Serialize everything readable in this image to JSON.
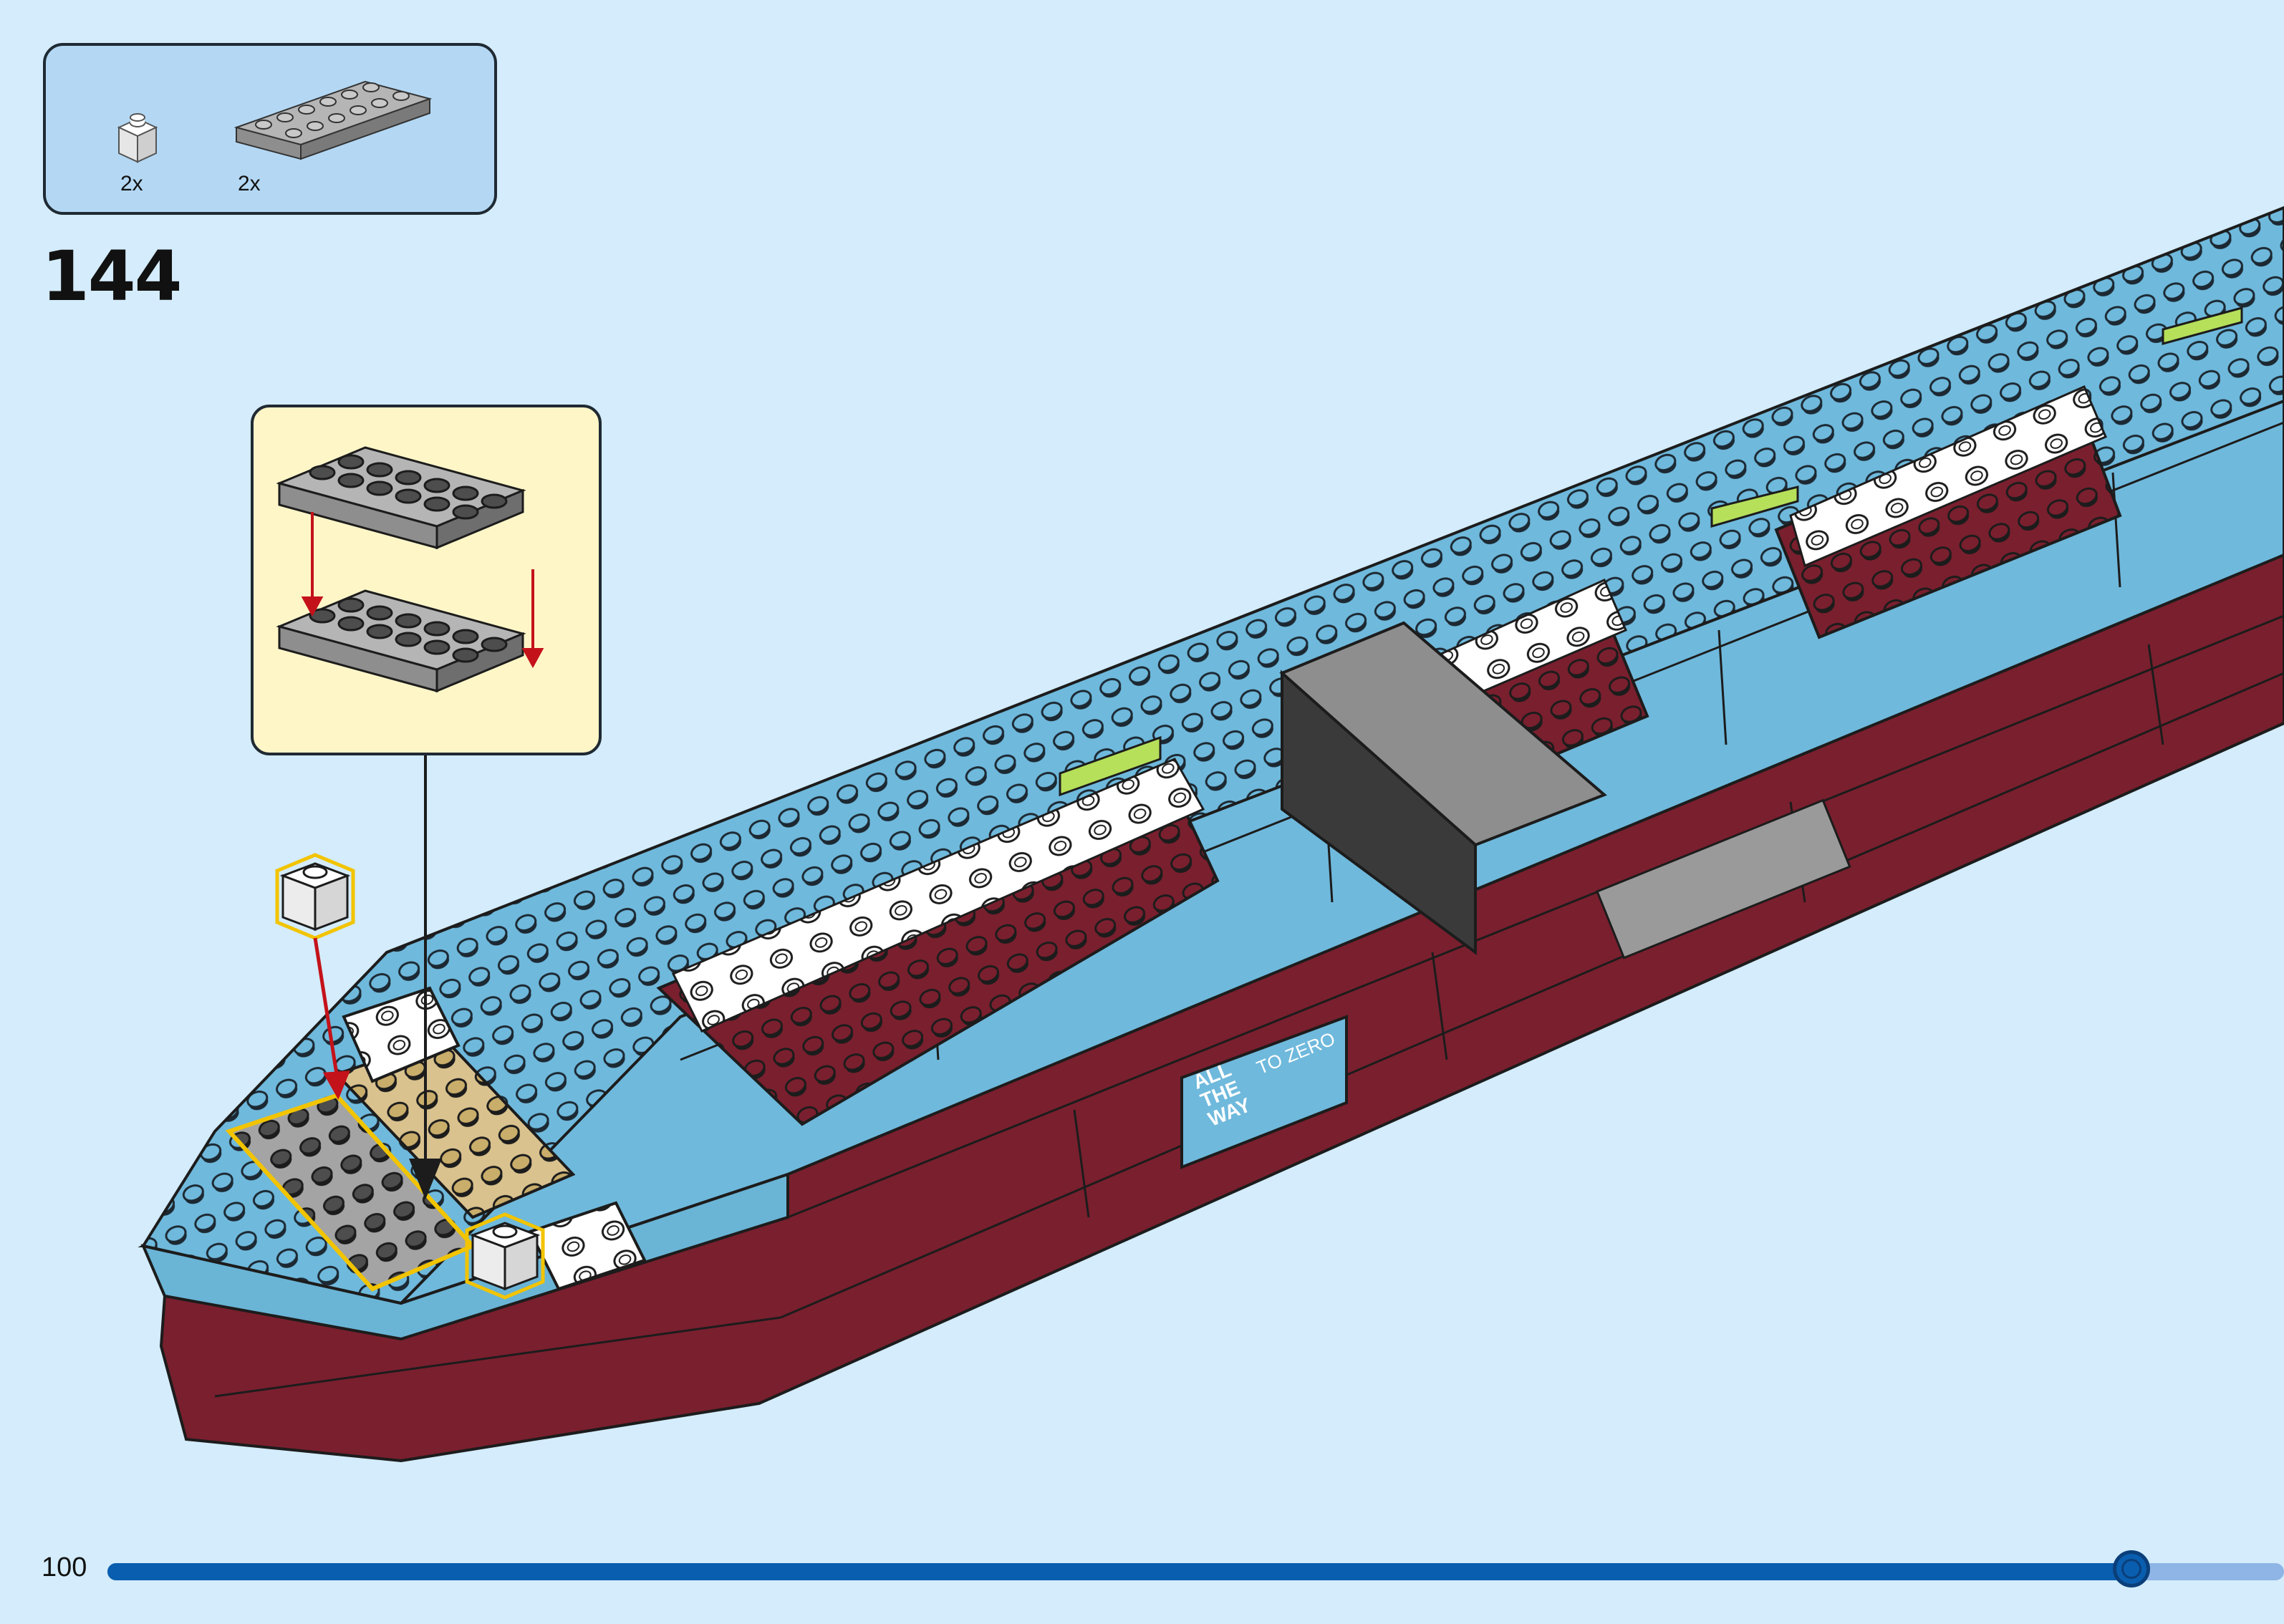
{
  "step": {
    "number": "144"
  },
  "parts": [
    {
      "name": "white 1x1 brick",
      "quantity": "2x"
    },
    {
      "name": "gray 2x6 plate",
      "quantity": "2x"
    }
  ],
  "ship_logo": {
    "line1": "ALL",
    "line2": "THE",
    "line3": "WAY",
    "tagline": "TO ZERO"
  },
  "page": {
    "number": "100",
    "progress": 0.93
  },
  "colors": {
    "background": "#d4ecfb",
    "hull_blue": "#6fb9dc",
    "hull_red": "#7a1f2e",
    "brick_gray": "#9a9a9a",
    "brick_white": "#ffffff",
    "brick_tan": "#d9c28e",
    "accent_lime": "#b6e05a",
    "arrow_red": "#c4121a",
    "highlight_yellow": "#f2c400",
    "progress_blue": "#0a5eaf"
  },
  "icons": [
    "white-brick-icon",
    "gray-plate-icon",
    "down-arrow-icon",
    "ship-model-icon"
  ]
}
